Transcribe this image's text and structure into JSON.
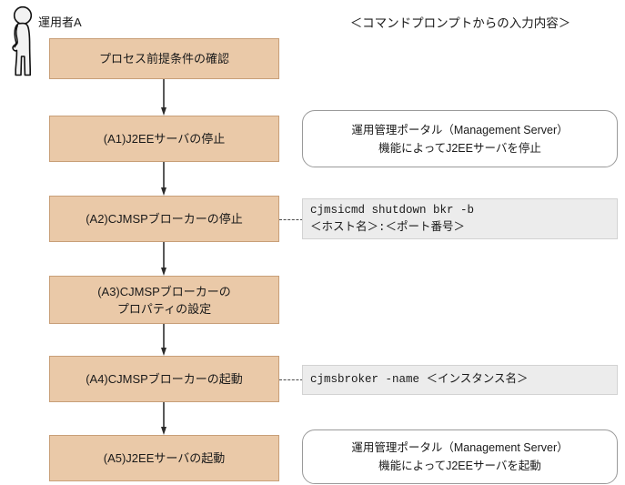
{
  "diagram": {
    "actor": {
      "icon": "person-standing-icon",
      "label": "運用者A"
    },
    "column_header": "＜コマンドプロンプトからの入力内容＞",
    "colors": {
      "process_fill": "#eac9a8",
      "process_border": "#c89f78",
      "command_fill": "#ececec",
      "command_border": "#d2d2d2",
      "note_border": "#9a9a9a",
      "arrow": "#595959",
      "text": "#1a1a1a",
      "background": "#ffffff"
    },
    "steps": [
      {
        "id": "step-0",
        "process_lines": [
          "プロセス前提条件の確認"
        ],
        "side": null
      },
      {
        "id": "step-a1",
        "process_lines": [
          "(A1)J2EEサーバの停止"
        ],
        "side": {
          "type": "note",
          "connector": "none",
          "lines": [
            "運用管理ポータル（Management Server）",
            "機能によってJ2EEサーバを停止"
          ]
        }
      },
      {
        "id": "step-a2",
        "process_lines": [
          "(A2)CJMSPブローカーの停止"
        ],
        "side": {
          "type": "command",
          "connector": "dashed",
          "lines": [
            "cjmsicmd shutdown bkr -b",
            "＜ホスト名＞:＜ポート番号＞"
          ]
        }
      },
      {
        "id": "step-a3",
        "process_lines": [
          "(A3)CJMSPブローカーの",
          "プロパティの設定"
        ],
        "side": null
      },
      {
        "id": "step-a4",
        "process_lines": [
          "(A4)CJMSPブローカーの起動"
        ],
        "side": {
          "type": "command",
          "connector": "dashed",
          "lines": [
            "cjmsbroker -name ＜インスタンス名＞"
          ]
        }
      },
      {
        "id": "step-a5",
        "process_lines": [
          "(A5)J2EEサーバの起動"
        ],
        "side": {
          "type": "note",
          "connector": "none",
          "lines": [
            "運用管理ポータル（Management Server）",
            "機能によってJ2EEサーバを起動"
          ]
        }
      }
    ]
  }
}
